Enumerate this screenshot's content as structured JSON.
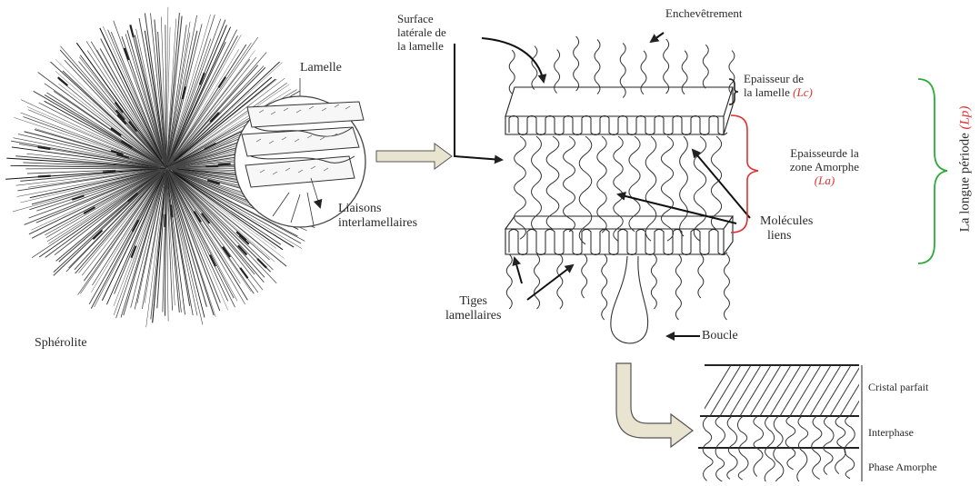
{
  "labels": {
    "lamelle": "Lamelle",
    "liaisons_1": "Liaisons",
    "liaisons_2": "interlamellaires",
    "spherolite": "Sphérolite",
    "surface_1": "Surface",
    "surface_2": "latérale de",
    "surface_3": "la lamelle",
    "enchevetrement": "Enchevêtrement",
    "epaisseur_lamelle_1": "Epaisseur de",
    "epaisseur_lamelle_2": "la lamelle",
    "lc_symbol": "(Lc)",
    "epaisseur_amorphe_1": "Epaisseurde la",
    "epaisseur_amorphe_2": "zone Amorphe",
    "la_symbol": "(La)",
    "molecules_1": "Molécules",
    "molecules_2": "liens",
    "longue_periode": "La longue période",
    "lp_symbol": "(Lp)",
    "tiges_1": "Tiges",
    "tiges_2": "lamellaires",
    "boucle": "Boucle",
    "cristal_parfait": "Cristal parfait",
    "interphase": "Interphase",
    "phase_amorphe": "Phase Amorphe"
  },
  "colors": {
    "red_brace": "#e03030",
    "green_brace": "#2eaa3a",
    "arrow_fill": "#e8e4cf",
    "ink": "#222222"
  }
}
